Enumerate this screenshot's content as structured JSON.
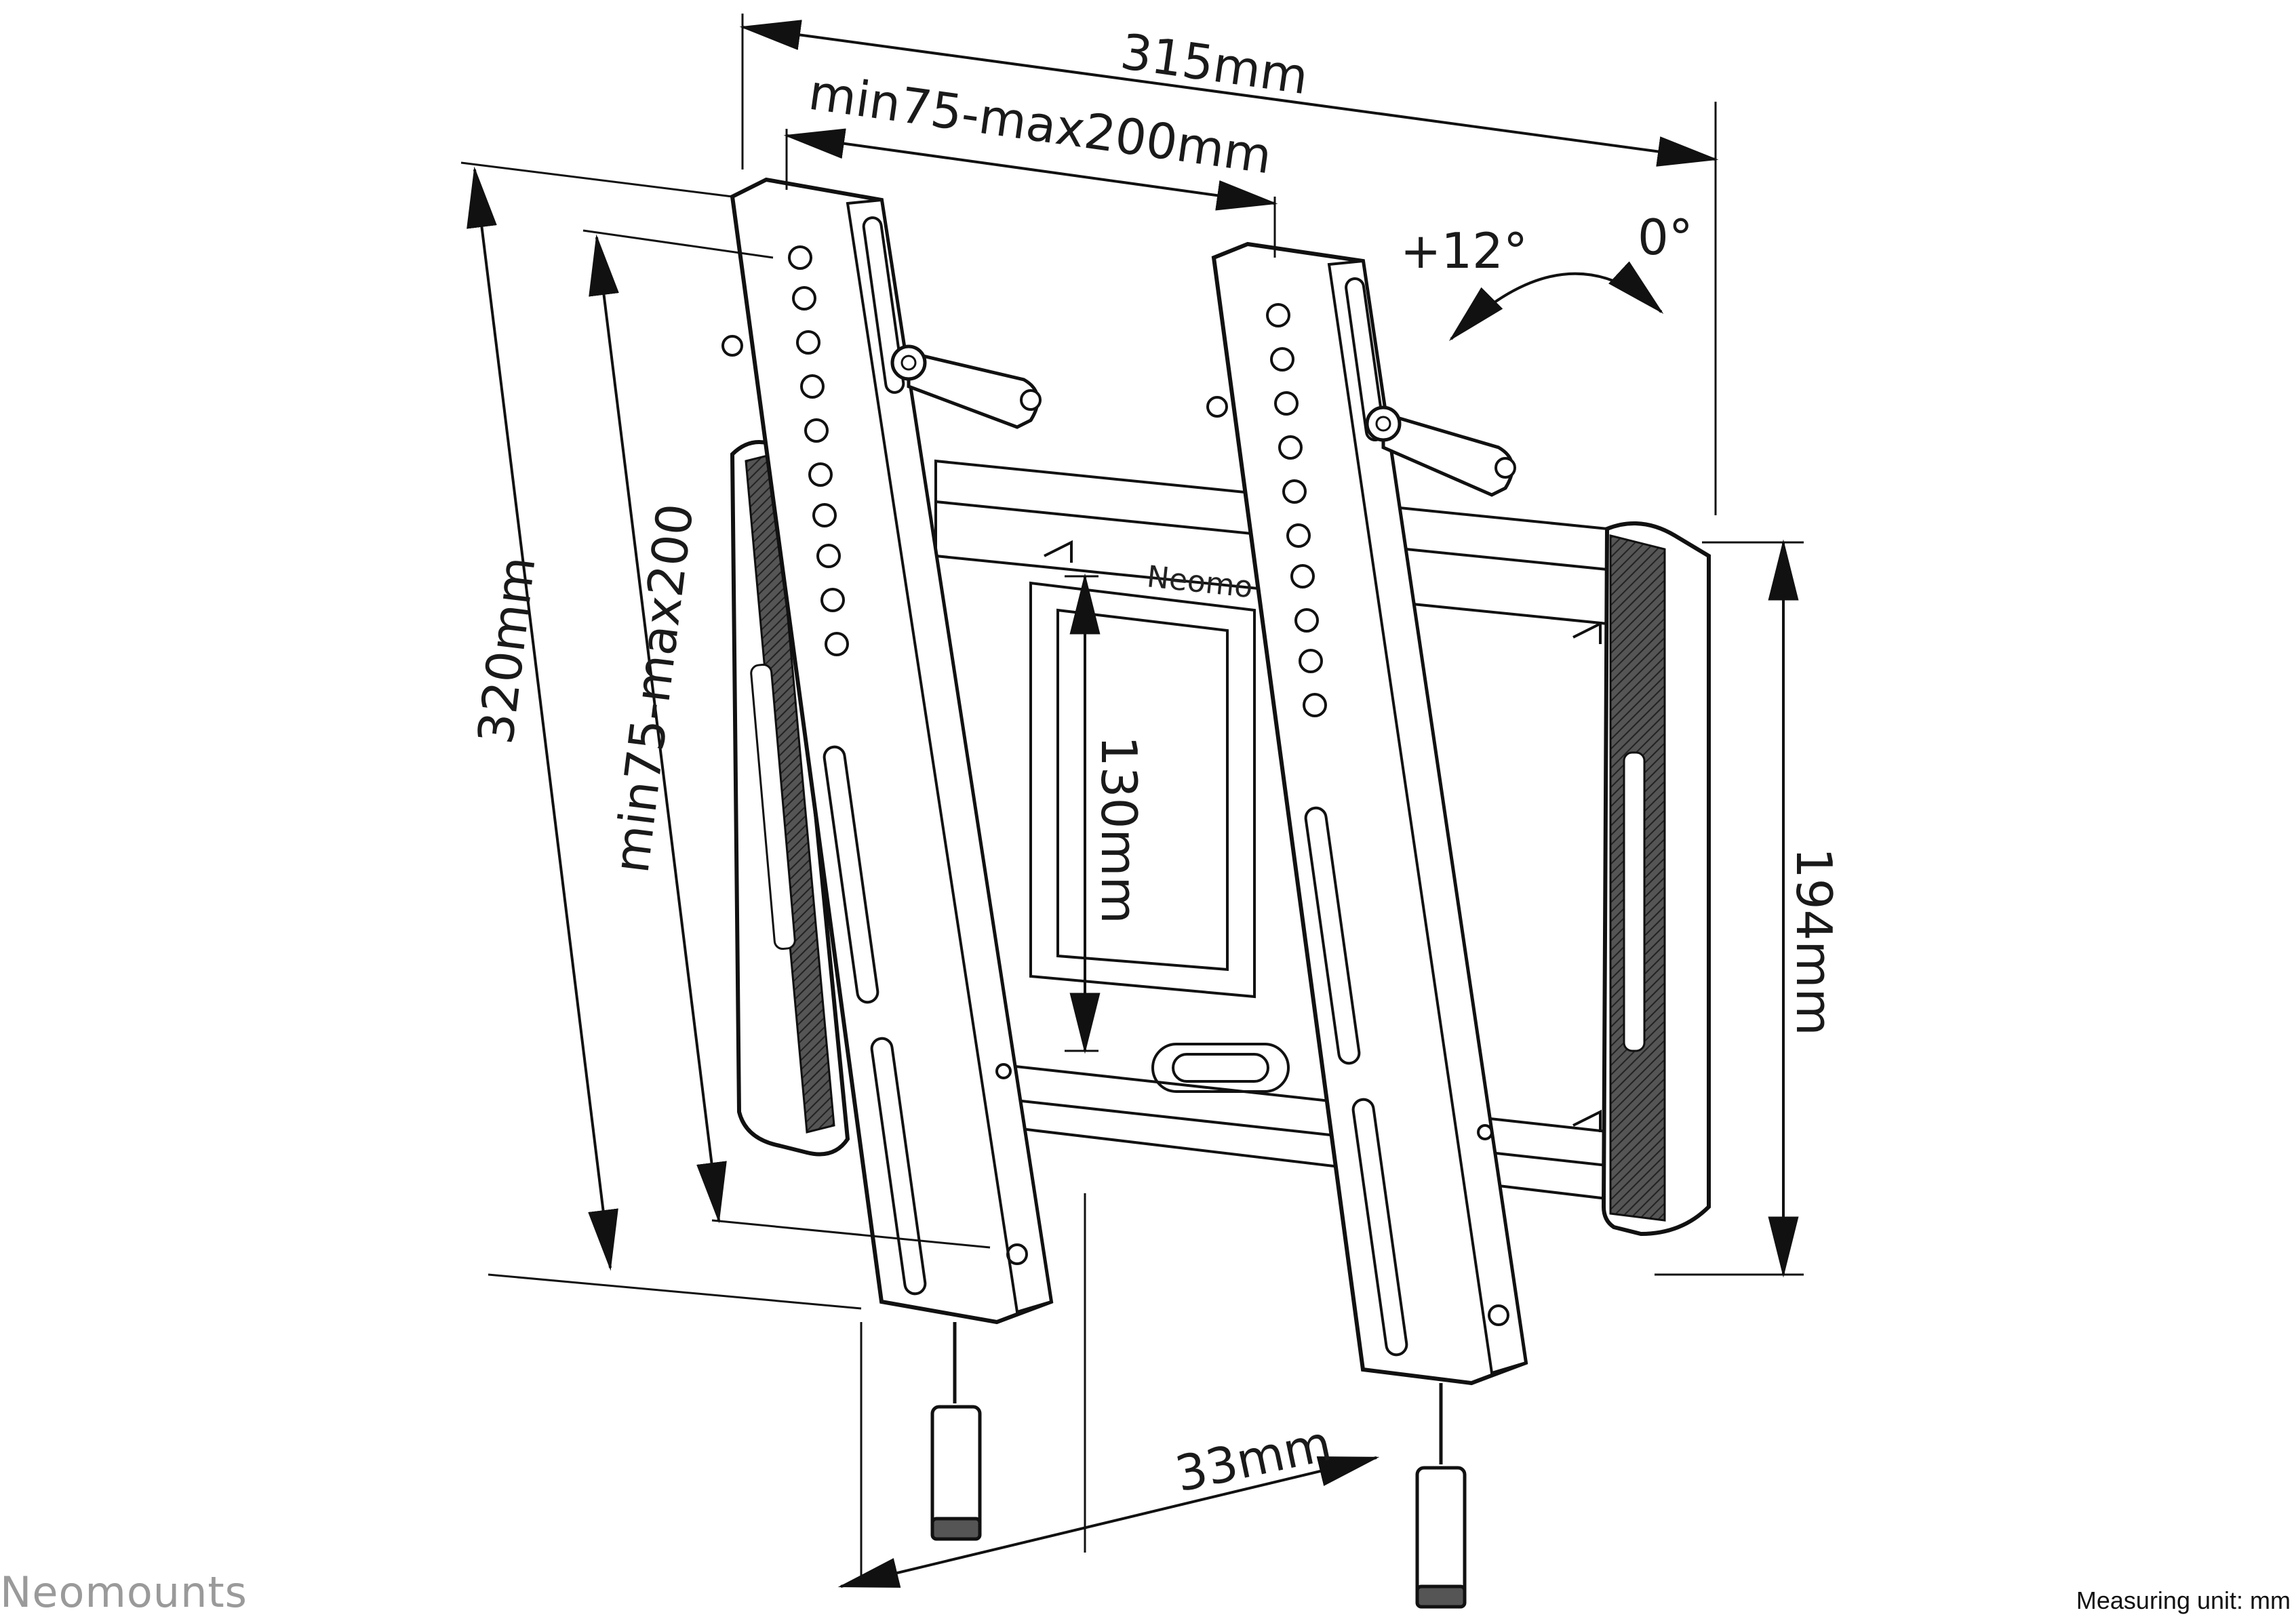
{
  "dimensions": {
    "width_315": "315mm",
    "vesa_horizontal": "min75-max200mm",
    "height_320": "320mm",
    "vesa_vertical": "min75-max200",
    "rail_130": "130mm",
    "plate_194": "194mm",
    "depth_33": "33mm"
  },
  "tilt": {
    "angle_tilt": "+12°",
    "angle_zero": "0°"
  },
  "plate_logo": "Neomo",
  "footer": {
    "brand": "Neomounts",
    "unit_note": "Measuring unit: mm"
  }
}
